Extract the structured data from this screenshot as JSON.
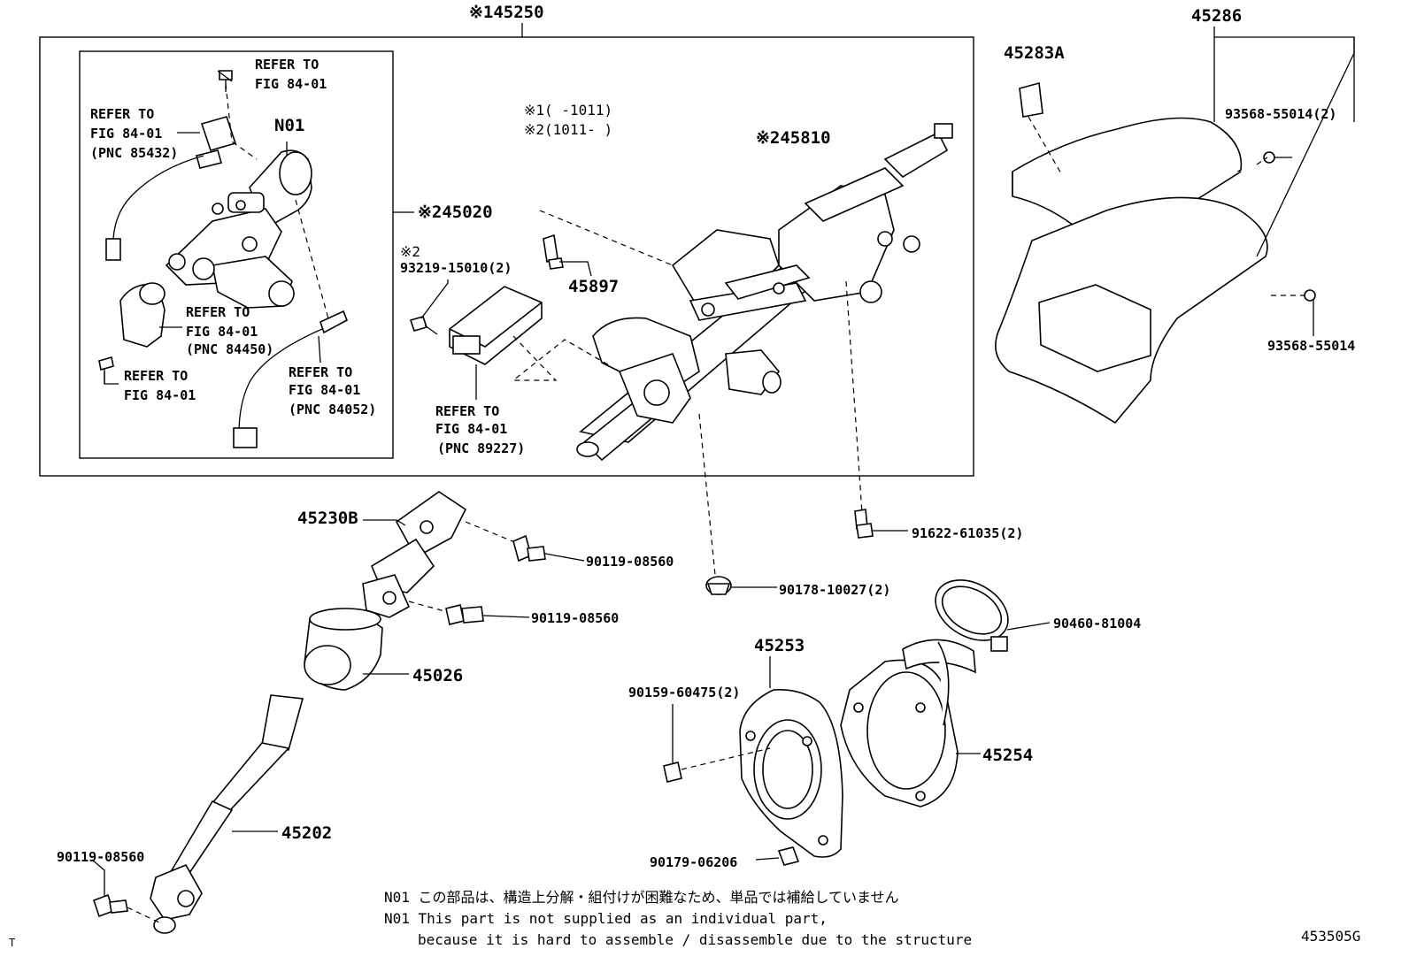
{
  "labels": {
    "p45250": "※145250",
    "p45286": "45286",
    "p45283a": "45283A",
    "p93568_2": "93568-55014(2)",
    "p93568": "93568-55014",
    "n01": "N01",
    "p45020": "※245020",
    "p45810": "※245810",
    "legend1": "※1(  -1011)",
    "legend2": "※2(1011-  )",
    "p93219_mark": "※2",
    "p93219": "93219-15010(2)",
    "p45897": "45897",
    "p45230b": "45230B",
    "p90119_a": "90119-08560",
    "p90119_b": "90119-08560",
    "p90119_c": "90119-08560",
    "p91622": "91622-61035(2)",
    "p90178": "90178-10027(2)",
    "p90460": "90460-81004",
    "p45026": "45026",
    "p45253": "45253",
    "p90159": "90159-60475(2)",
    "p45254": "45254",
    "p45202": "45202",
    "p90179": "90179-06206",
    "ref1_a": "REFER TO",
    "ref1_b": "FIG 84-01",
    "ref2_a": "REFER TO",
    "ref2_b": "FIG 84-01",
    "ref2_c": "(PNC 85432)",
    "ref3_a": "REFER TO",
    "ref3_b": "FIG 84-01",
    "ref3_c": "(PNC 84450)",
    "ref4_a": "REFER TO",
    "ref4_b": "FIG 84-01",
    "ref5_a": "REFER TO",
    "ref5_b": "FIG 84-01",
    "ref5_c": "(PNC 84052)",
    "ref6_a": "REFER TO",
    "ref6_b": "FIG 84-01",
    "ref6_c": "(PNC 89227)"
  },
  "notes": {
    "jp": "N01 この部品は、構造上分解・組付けが困難なため、単品では補給していません",
    "en1": "N01 This part is not supplied as an individual part,",
    "en2": "because it is hard to assemble / disassemble due to the structure"
  },
  "figure_code": "453505G",
  "corner_mark": "T"
}
